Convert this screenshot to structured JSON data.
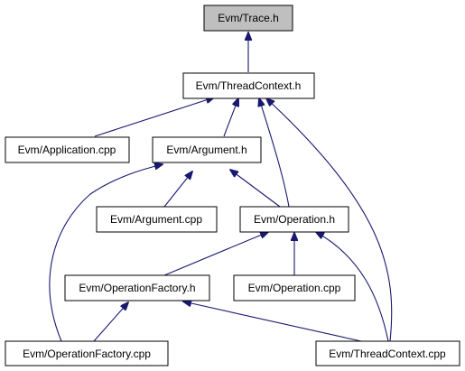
{
  "diagram": {
    "nodes": {
      "trace_h": "Evm/Trace.h",
      "threadcontext_h": "Evm/ThreadContext.h",
      "application_cpp": "Evm/Application.cpp",
      "argument_h": "Evm/Argument.h",
      "argument_cpp": "Evm/Argument.cpp",
      "operation_h": "Evm/Operation.h",
      "operationfactory_h": "Evm/OperationFactory.h",
      "operation_cpp": "Evm/Operation.cpp",
      "operationfactory_cpp": "Evm/OperationFactory.cpp",
      "threadcontext_cpp": "Evm/ThreadContext.cpp"
    },
    "edges": [
      [
        "threadcontext_h",
        "trace_h"
      ],
      [
        "application_cpp",
        "threadcontext_h"
      ],
      [
        "argument_h",
        "threadcontext_h"
      ],
      [
        "operation_h",
        "threadcontext_h"
      ],
      [
        "threadcontext_cpp",
        "threadcontext_h"
      ],
      [
        "operationfactory_cpp",
        "argument_h"
      ],
      [
        "argument_cpp",
        "argument_h"
      ],
      [
        "operation_h",
        "argument_h"
      ],
      [
        "operationfactory_h",
        "operation_h"
      ],
      [
        "operation_cpp",
        "operation_h"
      ],
      [
        "threadcontext_cpp",
        "operation_h"
      ],
      [
        "operationfactory_cpp",
        "operationfactory_h"
      ],
      [
        "threadcontext_cpp",
        "operationfactory_h"
      ]
    ],
    "colors": {
      "edge": "#191970",
      "root_fill": "#bfbfbf",
      "node_fill": "#ffffff",
      "border": "#000000"
    }
  }
}
